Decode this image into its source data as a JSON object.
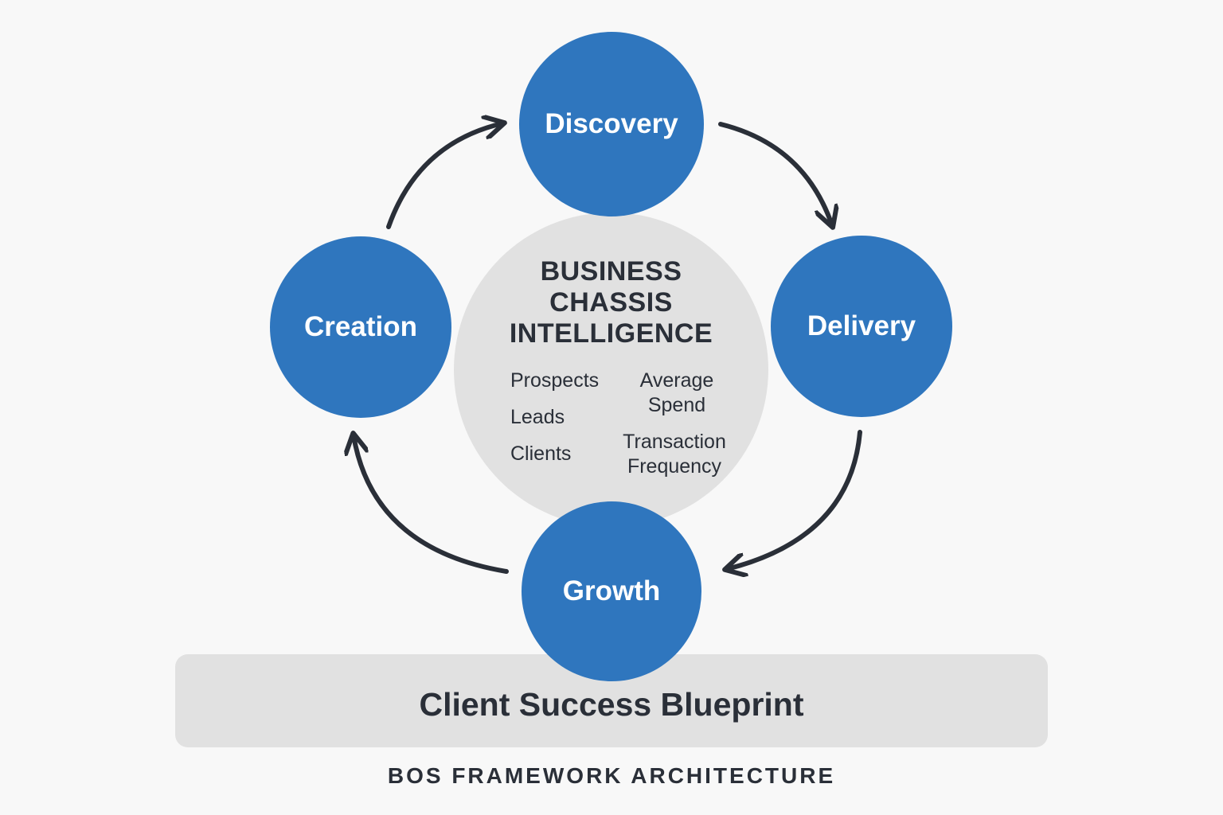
{
  "core": {
    "title": "BUSINESS\nCHASSIS\nINTELLIGENCE",
    "metrics_left": [
      "Prospects",
      "Leads",
      "Clients"
    ],
    "metrics_right": [
      "Average\nSpend",
      "Transaction\nFrequency"
    ]
  },
  "stages": {
    "discovery": "Discovery",
    "delivery": "Delivery",
    "growth": "Growth",
    "creation": "Creation"
  },
  "blueprint_label": "Client Success Blueprint",
  "footer": "BOS FRAMEWORK ARCHITECTURE",
  "colors": {
    "stage_fill": "#2f76be",
    "core_fill": "#e1e1e1",
    "arrow": "#2a2f38",
    "text_dark": "#2a2f38"
  }
}
